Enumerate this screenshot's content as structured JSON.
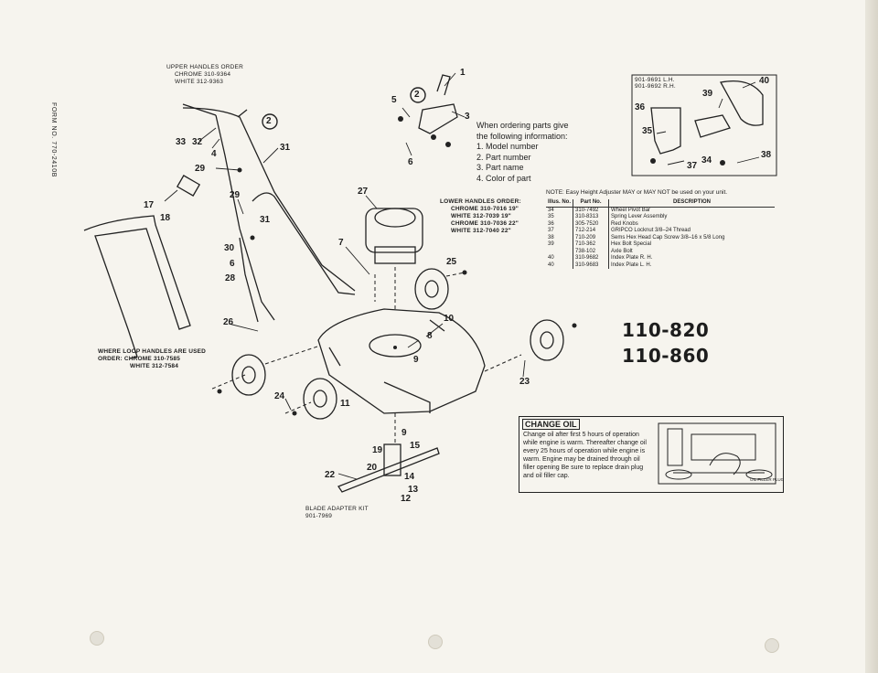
{
  "form_number": "FORM NO. 770-2410B",
  "upper_handles": {
    "title": "UPPER HANDLES ORDER",
    "chrome": "CHROME 310-9364",
    "white": "WHITE   312-9363"
  },
  "lower_handles": {
    "title": "LOWER HANDLES ORDER:",
    "lines": [
      "CHROME 310-7016 19\"",
      "WHITE   312-7039 19\"",
      "CHROME 310-7036 22\"",
      "WHITE   312-7040 22\""
    ]
  },
  "loop_handles": {
    "line1": "WHERE LOOP HANDLES ARE USED",
    "line2": "ORDER:  CHROME 310-7585",
    "line3": "WHITE   312-7584"
  },
  "ordering_info": {
    "intro1": "When ordering parts give",
    "intro2": "the following information:",
    "items": [
      "1. Model number",
      "2. Part number",
      "3. Part name",
      "4. Color of part"
    ]
  },
  "adjuster_box": {
    "line1": "901-9691 L.H.",
    "line2": "901-9692 R.H."
  },
  "note": "NOTE:  Easy Height Adjuster MAY or MAY NOT be used on your unit.",
  "parts_table": {
    "headers": [
      "Illus. No.",
      "Part No.",
      "DESCRIPTION"
    ],
    "rows": [
      [
        "34",
        "310-7492",
        "Wheel Pivot Bar"
      ],
      [
        "35",
        "310-8313",
        "Spring Lever Assembly"
      ],
      [
        "36",
        "305-7520",
        "Red Knobs"
      ],
      [
        "37",
        "712-214",
        "GRIPCO Locknut 3/8–24 Thread"
      ],
      [
        "38",
        "710-209",
        "Sems Hex Head Cap Screw 3/8–16 x 5/8 Long"
      ],
      [
        "39",
        "710-362",
        "Hex Bolt Special"
      ],
      [
        "",
        "738-102",
        "Axle Bolt"
      ],
      [
        "40",
        "310-9682",
        "Index Plate R. H."
      ],
      [
        "40",
        "310-9683",
        "Index Plate L. H."
      ]
    ]
  },
  "models": [
    "110-820",
    "110-860"
  ],
  "change_oil": {
    "title": "CHANGE OIL",
    "text": "Change oil after first 5 hours of operation while engine is warm. Thereafter change oil every 25 hours of operation while engine is warm. Engine may be drained through oil filler opening    Be sure to replace drain plug and oil filler cap.",
    "caption": "OIL FILLER PLUG"
  },
  "blade_kit": {
    "line1": "BLADE ADAPTER KIT",
    "line2": "901-7969"
  },
  "callouts": [
    "1",
    "2",
    "3",
    "4",
    "5",
    "6",
    "7",
    "8",
    "9",
    "10",
    "11",
    "12",
    "13",
    "14",
    "15",
    "17",
    "18",
    "19",
    "20",
    "22",
    "23",
    "24",
    "25",
    "26",
    "27",
    "28",
    "29",
    "30",
    "31",
    "32",
    "33",
    "34",
    "35",
    "36",
    "37",
    "38",
    "39",
    "40"
  ],
  "colors": {
    "paper": "#f6f4ee",
    "ink": "#1d1d1d"
  }
}
